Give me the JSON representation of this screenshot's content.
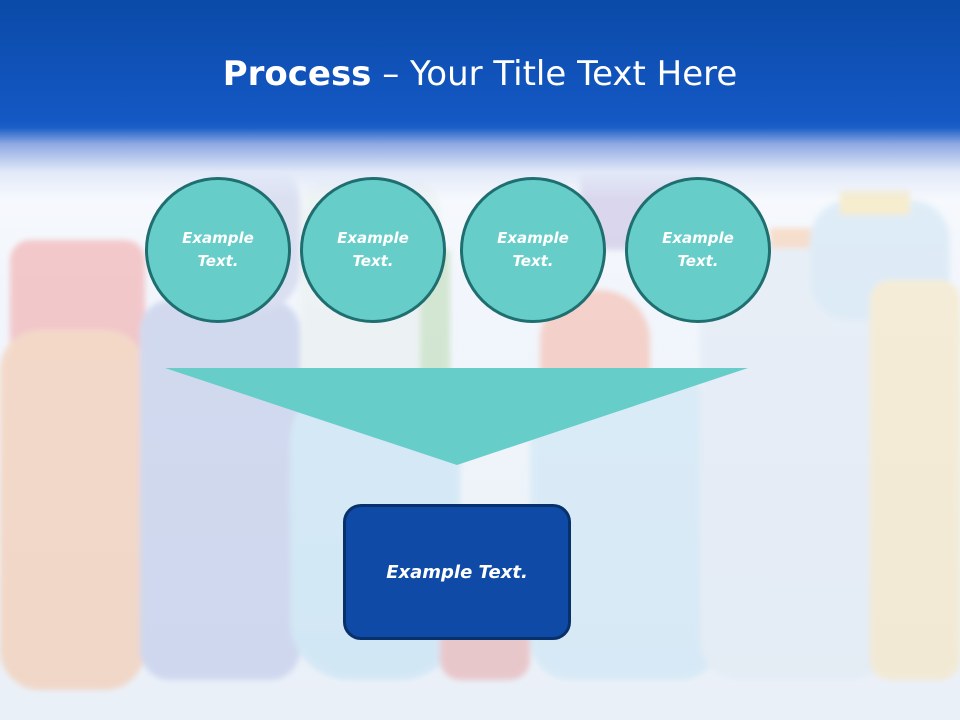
{
  "slide": {
    "title_bold": "Process",
    "title_rest": " – Your Title Text Here"
  },
  "circles": [
    {
      "label": "Example\nText."
    },
    {
      "label": "Example\nText."
    },
    {
      "label": "Example\nText."
    },
    {
      "label": "Example\nText."
    }
  ],
  "result_box": {
    "label": "Example Text."
  },
  "colors": {
    "header_blue": "#0a4aa8",
    "circle_fill": "#67cdc9",
    "circle_border": "#1f6e70",
    "funnel_fill": "#67cdc9",
    "box_fill": "#0e4aa6",
    "box_border": "#08306b"
  }
}
